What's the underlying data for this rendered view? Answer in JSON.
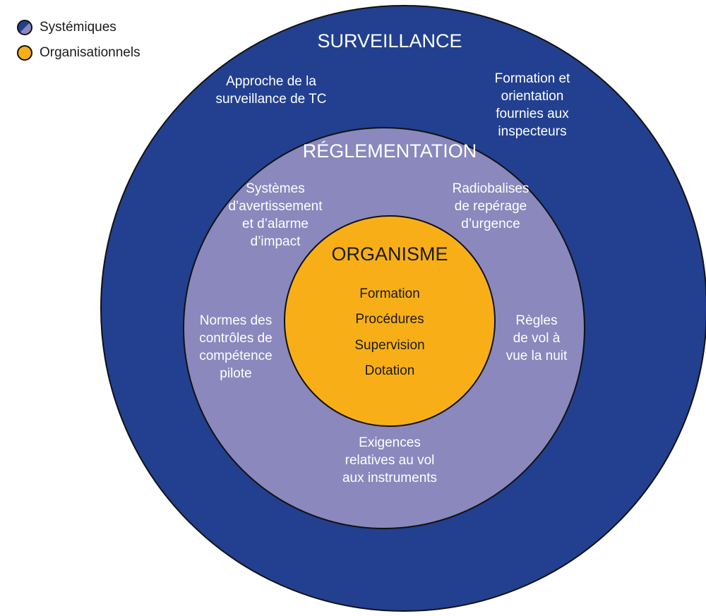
{
  "colors": {
    "surveillance": "#22408f",
    "reglementation": "#8a88bd",
    "organisme": "#f8af17"
  },
  "legend": [
    {
      "label": "Systémiques"
    },
    {
      "label": "Organisationnels"
    }
  ],
  "surveillance": {
    "title": "SURVEILLANCE",
    "items": [
      "Approche de la\nsurveillance de TC",
      "Formation et\norientation\nfournies aux\ninspecteurs"
    ]
  },
  "reglementation": {
    "title": "RÉGLEMENTATION",
    "items": [
      "Systèmes\nd’avertissement\net d’alarme\nd’impact",
      "Radiobalises\nde repérage\nd’urgence",
      "Normes des\ncontrôles de\ncompétence\npilote",
      "Règles\nde vol à\nvue la nuit",
      "Exigences\nrelatives au vol\naux instruments"
    ]
  },
  "organisme": {
    "title": "ORGANISME",
    "items": [
      "Formation",
      "Procédures",
      "Supervision",
      "Dotation"
    ]
  }
}
